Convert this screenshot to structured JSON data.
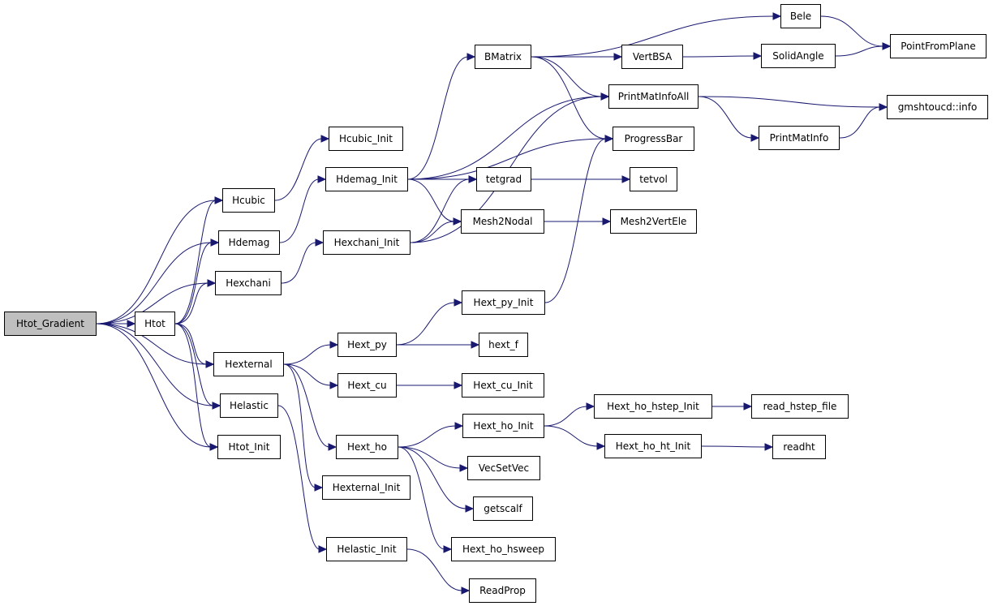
{
  "diagram": {
    "root": "Htot_Gradient",
    "nodes": [
      {
        "id": "Htot_Gradient",
        "label": "Htot_Gradient",
        "root": true
      },
      {
        "id": "Htot",
        "label": "Htot"
      },
      {
        "id": "Hcubic",
        "label": "Hcubic"
      },
      {
        "id": "Hdemag",
        "label": "Hdemag"
      },
      {
        "id": "Hexchani",
        "label": "Hexchani"
      },
      {
        "id": "Hexternal",
        "label": "Hexternal"
      },
      {
        "id": "Helastic",
        "label": "Helastic"
      },
      {
        "id": "Htot_Init",
        "label": "Htot_Init"
      },
      {
        "id": "Hcubic_Init",
        "label": "Hcubic_Init"
      },
      {
        "id": "Hdemag_Init",
        "label": "Hdemag_Init"
      },
      {
        "id": "Hexchani_Init",
        "label": "Hexchani_Init"
      },
      {
        "id": "Hext_py",
        "label": "Hext_py"
      },
      {
        "id": "Hext_cu",
        "label": "Hext_cu"
      },
      {
        "id": "Hext_ho",
        "label": "Hext_ho"
      },
      {
        "id": "Hexternal_Init",
        "label": "Hexternal_Init"
      },
      {
        "id": "Helastic_Init",
        "label": "Helastic_Init"
      },
      {
        "id": "BMatrix",
        "label": "BMatrix"
      },
      {
        "id": "tetgrad",
        "label": "tetgrad"
      },
      {
        "id": "Mesh2Nodal",
        "label": "Mesh2Nodal"
      },
      {
        "id": "Hext_py_Init",
        "label": "Hext_py_Init"
      },
      {
        "id": "hext_f",
        "label": "hext_f"
      },
      {
        "id": "Hext_cu_Init",
        "label": "Hext_cu_Init"
      },
      {
        "id": "Hext_ho_Init",
        "label": "Hext_ho_Init"
      },
      {
        "id": "VecSetVec",
        "label": "VecSetVec"
      },
      {
        "id": "getscalf",
        "label": "getscalf"
      },
      {
        "id": "Hext_ho_hsweep",
        "label": "Hext_ho_hsweep"
      },
      {
        "id": "ReadProp",
        "label": "ReadProp"
      },
      {
        "id": "VertBSA",
        "label": "VertBSA"
      },
      {
        "id": "PrintMatInfoAll",
        "label": "PrintMatInfoAll"
      },
      {
        "id": "ProgressBar",
        "label": "ProgressBar"
      },
      {
        "id": "tetvol",
        "label": "tetvol"
      },
      {
        "id": "Mesh2VertEle",
        "label": "Mesh2VertEle"
      },
      {
        "id": "Hext_ho_hstep_Init",
        "label": "Hext_ho_hstep_Init"
      },
      {
        "id": "Hext_ho_ht_Init",
        "label": "Hext_ho_ht_Init"
      },
      {
        "id": "Bele",
        "label": "Bele"
      },
      {
        "id": "SolidAngle",
        "label": "SolidAngle"
      },
      {
        "id": "PrintMatInfo",
        "label": "PrintMatInfo"
      },
      {
        "id": "read_hstep_file",
        "label": "read_hstep_file"
      },
      {
        "id": "readht",
        "label": "readht"
      },
      {
        "id": "PointFromPlane",
        "label": "PointFromPlane"
      },
      {
        "id": "gmshtoucd_info",
        "label": "gmshtoucd::info"
      }
    ],
    "edges": [
      [
        "Htot_Gradient",
        "Htot"
      ],
      [
        "Htot_Gradient",
        "Hcubic"
      ],
      [
        "Htot_Gradient",
        "Hdemag"
      ],
      [
        "Htot_Gradient",
        "Hexchani"
      ],
      [
        "Htot_Gradient",
        "Hexternal"
      ],
      [
        "Htot_Gradient",
        "Helastic"
      ],
      [
        "Htot_Gradient",
        "Htot_Init"
      ],
      [
        "Htot",
        "Hcubic"
      ],
      [
        "Htot",
        "Hdemag"
      ],
      [
        "Htot",
        "Hexchani"
      ],
      [
        "Htot",
        "Hexternal"
      ],
      [
        "Htot",
        "Helastic"
      ],
      [
        "Htot",
        "Htot_Init"
      ],
      [
        "Hcubic",
        "Hcubic_Init"
      ],
      [
        "Hdemag",
        "Hdemag_Init"
      ],
      [
        "Hexchani",
        "Hexchani_Init"
      ],
      [
        "Hexternal",
        "Hext_py"
      ],
      [
        "Hexternal",
        "Hext_cu"
      ],
      [
        "Hexternal",
        "Hext_ho"
      ],
      [
        "Hexternal",
        "Hexternal_Init"
      ],
      [
        "Helastic",
        "Helastic_Init"
      ],
      [
        "Hdemag_Init",
        "BMatrix"
      ],
      [
        "Hdemag_Init",
        "tetgrad"
      ],
      [
        "Hdemag_Init",
        "Mesh2Nodal"
      ],
      [
        "Hdemag_Init",
        "PrintMatInfoAll"
      ],
      [
        "Hdemag_Init",
        "ProgressBar"
      ],
      [
        "Hexchani_Init",
        "tetgrad"
      ],
      [
        "Hexchani_Init",
        "Mesh2Nodal"
      ],
      [
        "Hexchani_Init",
        "PrintMatInfoAll"
      ],
      [
        "Hext_py",
        "Hext_py_Init"
      ],
      [
        "Hext_py",
        "hext_f"
      ],
      [
        "Hext_py_Init",
        "ProgressBar"
      ],
      [
        "Hext_cu",
        "Hext_cu_Init"
      ],
      [
        "Hext_ho",
        "Hext_ho_Init"
      ],
      [
        "Hext_ho",
        "VecSetVec"
      ],
      [
        "Hext_ho",
        "getscalf"
      ],
      [
        "Hext_ho",
        "Hext_ho_hsweep"
      ],
      [
        "Helastic_Init",
        "ReadProp"
      ],
      [
        "BMatrix",
        "Bele"
      ],
      [
        "BMatrix",
        "VertBSA"
      ],
      [
        "BMatrix",
        "PrintMatInfoAll"
      ],
      [
        "BMatrix",
        "ProgressBar"
      ],
      [
        "tetgrad",
        "tetvol"
      ],
      [
        "Mesh2Nodal",
        "Mesh2VertEle"
      ],
      [
        "Hext_ho_Init",
        "Hext_ho_hstep_Init"
      ],
      [
        "Hext_ho_Init",
        "Hext_ho_ht_Init"
      ],
      [
        "VertBSA",
        "SolidAngle"
      ],
      [
        "PrintMatInfoAll",
        "gmshtoucd_info"
      ],
      [
        "PrintMatInfoAll",
        "PrintMatInfo"
      ],
      [
        "Hext_ho_hstep_Init",
        "read_hstep_file"
      ],
      [
        "Hext_ho_ht_Init",
        "readht"
      ],
      [
        "Bele",
        "PointFromPlane"
      ],
      [
        "SolidAngle",
        "PointFromPlane"
      ],
      [
        "PrintMatInfo",
        "gmshtoucd_info"
      ]
    ]
  }
}
